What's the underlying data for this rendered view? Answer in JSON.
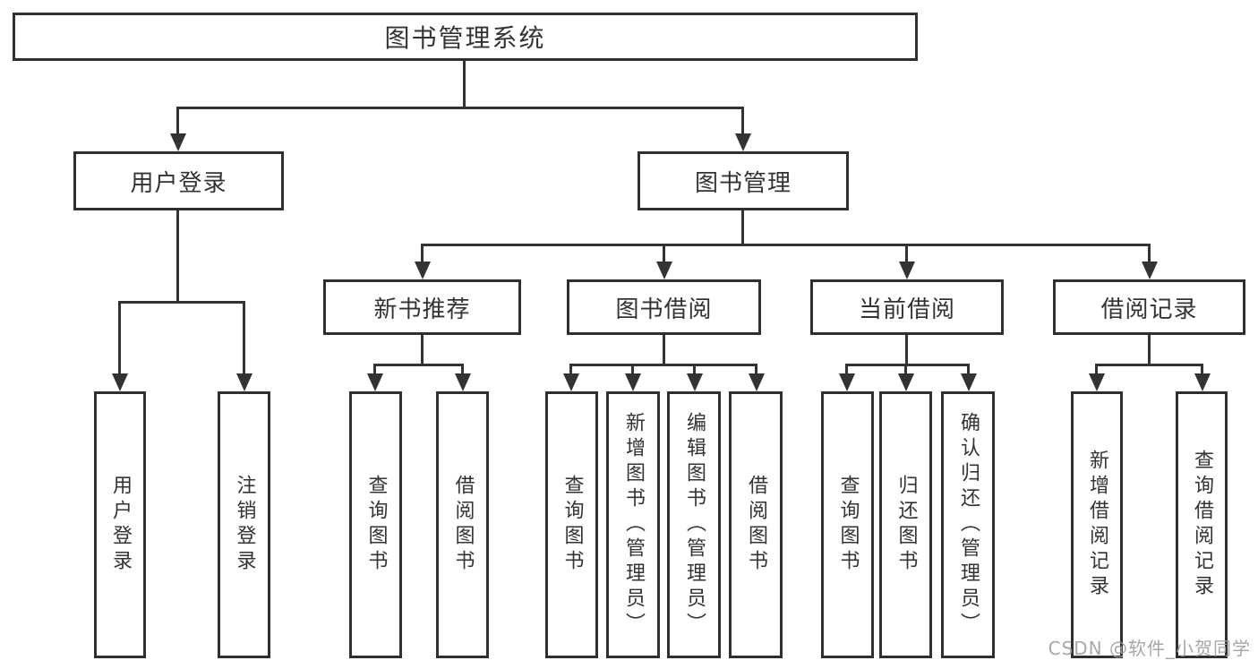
{
  "diagram": {
    "title": "图书管理系统",
    "level2": [
      {
        "label": "用户登录",
        "children": [
          "用户登录",
          "注销登录"
        ]
      },
      {
        "label": "图书管理",
        "groups": [
          {
            "label": "新书推荐",
            "children": [
              "查询图书",
              "借阅图书"
            ]
          },
          {
            "label": "图书借阅",
            "children": [
              "查询图书",
              "新增图书（管理员）",
              "编辑图书（管理员）",
              "借阅图书"
            ]
          },
          {
            "label": "当前借阅",
            "children": [
              "查询图书",
              "归还图书",
              "确认归还（管理员）"
            ]
          },
          {
            "label": "借阅记录",
            "children": [
              "新增借阅记录",
              "查询借阅记录"
            ]
          }
        ]
      }
    ],
    "colors": {
      "line": "#333333",
      "box_border": "#2f2f2f",
      "box_fill": "#ffffff",
      "text": "#333333",
      "watermark": "#9e9e9e"
    }
  },
  "watermark": {
    "text": "CSDN @软件_小贺同学"
  }
}
